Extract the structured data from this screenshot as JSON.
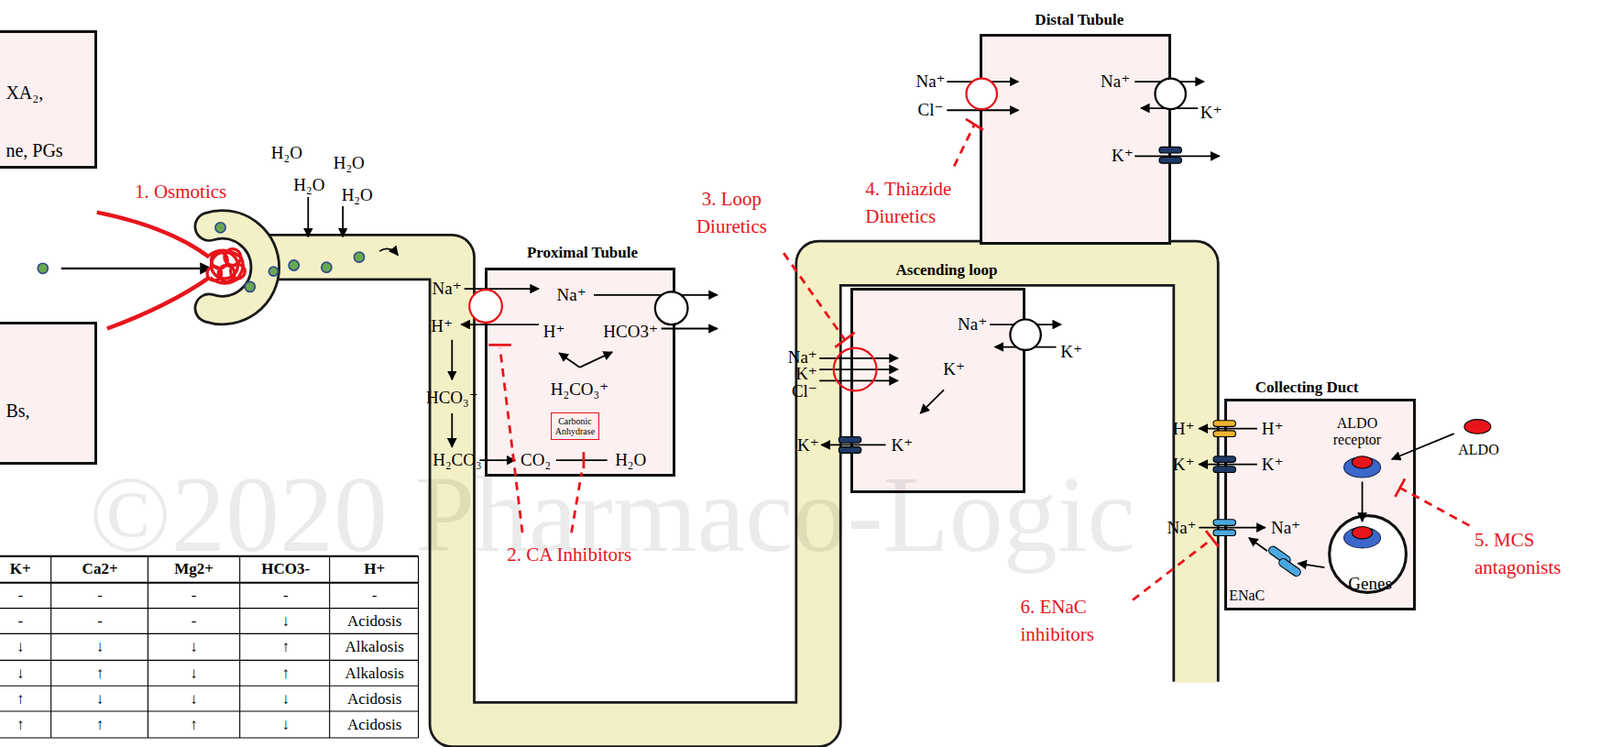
{
  "diagram": {
    "nodes": [
      {
        "text": [
          "XA₂,",
          "ne, PGs"
        ]
      },
      {
        "text": [
          "Bs,"
        ]
      },
      {
        "text": [
          "Proximal Tubule"
        ]
      },
      {
        "text": [
          "Carbonic Anhydrase"
        ],
        "in": 2
      },
      {
        "text": [
          "Distal Tubule"
        ]
      },
      {
        "text": [
          "Ascending loop"
        ]
      },
      {
        "text": [
          "Collecting Duct"
        ]
      },
      {
        "text": [
          "Genes"
        ],
        "in": 6
      }
    ],
    "labels": [
      "H₂O",
      "H₂O",
      "H₂O",
      "H₂O",
      "1. Osmotics",
      "Na⁺",
      "H⁺",
      "Na⁺",
      "H⁺",
      "HCO3⁺",
      "H₂CO₃⁺",
      "HCO₃⁻",
      "H₂CO₃",
      "CO₂",
      "H₂O",
      "2. CA Inhibitors",
      "3. Loop Diuretics",
      "Na⁺",
      "K⁺",
      "Cl⁻",
      "K⁺",
      "Na⁺",
      "K⁺",
      "K⁺",
      "K⁺",
      "Na⁺",
      "Cl⁻",
      "4. Thiazide Diuretics",
      "Na⁺",
      "K⁺",
      "K⁺",
      "H⁺",
      "H⁺",
      "K⁺",
      "K⁺",
      "Na⁺",
      "Na⁺",
      "ALDO receptor",
      "ALDO",
      "ENaC",
      "5. MCS antagonists",
      "6. ENaC inhibitors",
      "©2020 Pharmaco-Logic",
      "K+",
      "Ca2+",
      "Mg2+",
      "HCO3-",
      "H+",
      "-",
      "-",
      "-",
      "-",
      "-",
      "-",
      "-",
      "-",
      "↓",
      "Acidosis",
      "↓",
      "↓",
      "↓",
      "↑",
      "Alkalosis",
      "↓",
      "↑",
      "↓",
      "↑",
      "Alkalosis",
      "↑",
      "↓",
      "↓",
      "↓",
      "Acidosis",
      "↑",
      "↑",
      "↑",
      "↓",
      "Acidosis"
    ]
  }
}
